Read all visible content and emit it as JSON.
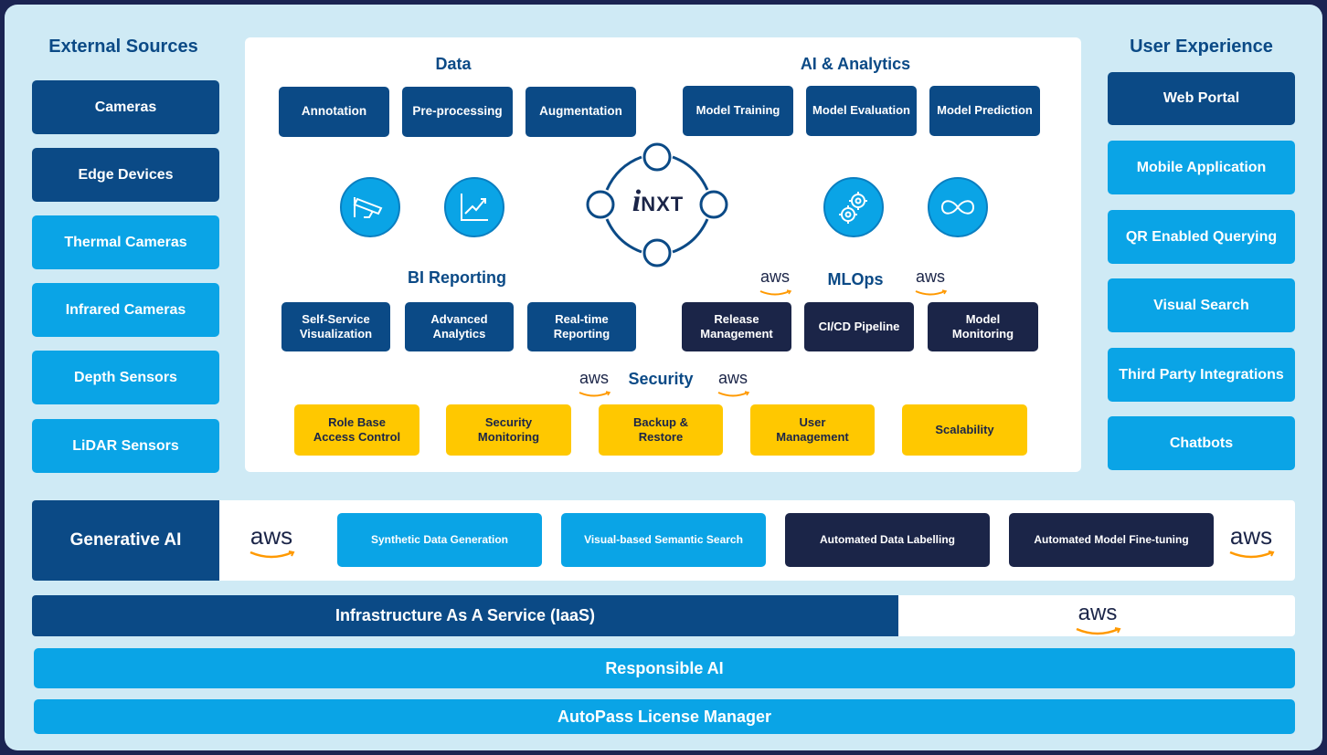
{
  "external_sources": {
    "title": "External Sources",
    "items": [
      "Cameras",
      "Edge Devices",
      "Thermal Cameras",
      "Infrared Cameras",
      "Depth Sensors",
      "LiDAR Sensors"
    ]
  },
  "user_experience": {
    "title": "User Experience",
    "items": [
      "Web Portal",
      "Mobile Application",
      "QR Enabled Querying",
      "Visual Search",
      "Third Party Integrations",
      "Chatbots"
    ]
  },
  "data": {
    "title": "Data",
    "items": [
      "Annotation",
      "Pre-processing",
      "Augmentation"
    ]
  },
  "ai_analytics": {
    "title": "AI & Analytics",
    "items": [
      "Model Training",
      "Model Evaluation",
      "Model Prediction"
    ]
  },
  "logo": {
    "text": "NXT",
    "prefix": "i"
  },
  "bi_reporting": {
    "title": "BI Reporting",
    "items": [
      {
        "line1": "Self-Service",
        "line2": "Visualization"
      },
      {
        "line1": "Advanced",
        "line2": "Analytics"
      },
      {
        "line1": "Real-time",
        "line2": "Reporting"
      }
    ]
  },
  "mlops": {
    "title": "MLOps",
    "items": [
      {
        "line1": "Release",
        "line2": "Management"
      },
      {
        "line1": "CI/CD Pipeline",
        "line2": ""
      },
      {
        "line1": "Model",
        "line2": "Monitoring"
      }
    ]
  },
  "security": {
    "title": "Security",
    "items": [
      {
        "line1": "Role Base",
        "line2": "Access Control"
      },
      {
        "line1": "Security",
        "line2": "Monitoring"
      },
      {
        "line1": "Backup &",
        "line2": "Restore"
      },
      {
        "line1": "User",
        "line2": "Management"
      },
      {
        "line1": "Scalability",
        "line2": ""
      }
    ]
  },
  "generative_ai": {
    "title": "Generative AI",
    "items": [
      "Synthetic Data Generation",
      "Visual-based Semantic Search",
      "Automated Data Labelling",
      "Automated Model Fine-tuning"
    ]
  },
  "iaas": {
    "label": "Infrastructure As A Service (IaaS)"
  },
  "responsible_ai": {
    "label": "Responsible AI"
  },
  "autopass": {
    "label": "AutoPass License Manager"
  },
  "aws_logo": {
    "text": "aws"
  },
  "colors": {
    "background": "#1b2452",
    "frame": "#cfeaf5",
    "navy": "#0b4a86",
    "cyan": "#0aa4e6",
    "midnight": "#1b2548",
    "yellow": "#ffc800",
    "aws_smile": "#ff9900"
  },
  "icons": [
    "security-camera-icon",
    "line-chart-icon",
    "gears-icon",
    "infinity-icon"
  ]
}
